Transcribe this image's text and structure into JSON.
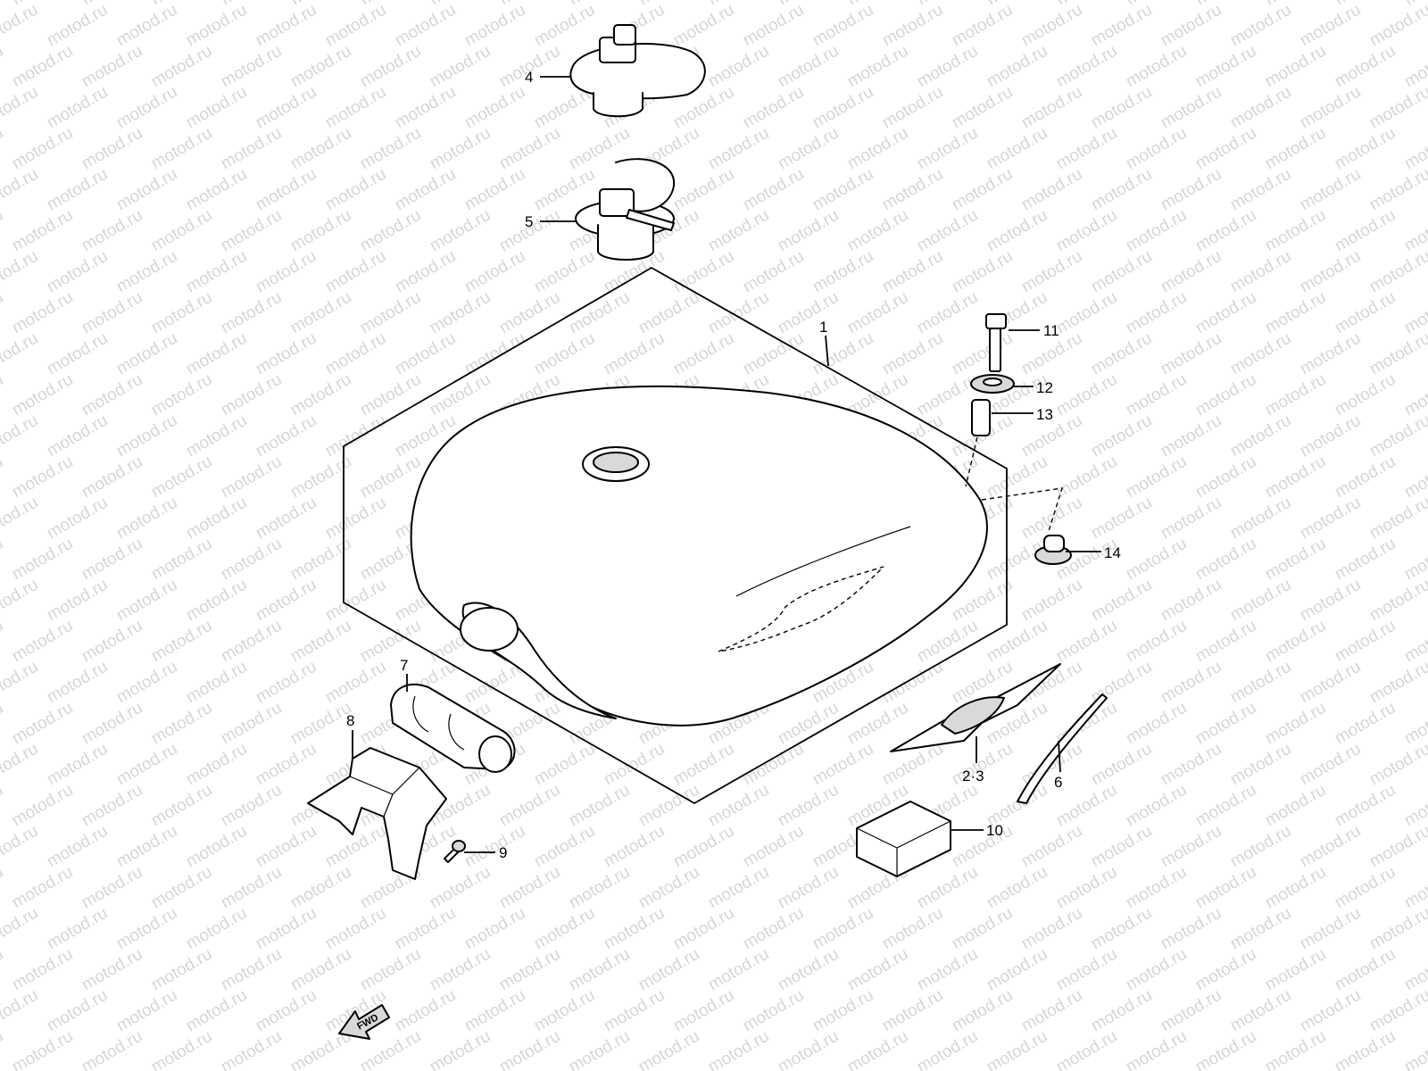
{
  "watermark": "motod.ru",
  "callouts": {
    "c1": "1",
    "c23": "2·3",
    "c4": "4",
    "c5": "5",
    "c6": "6",
    "c7": "7",
    "c8": "8",
    "c9": "9",
    "c10": "10",
    "c11": "11",
    "c12": "12",
    "c13": "13",
    "c14": "14"
  },
  "direction_label": "FWD"
}
